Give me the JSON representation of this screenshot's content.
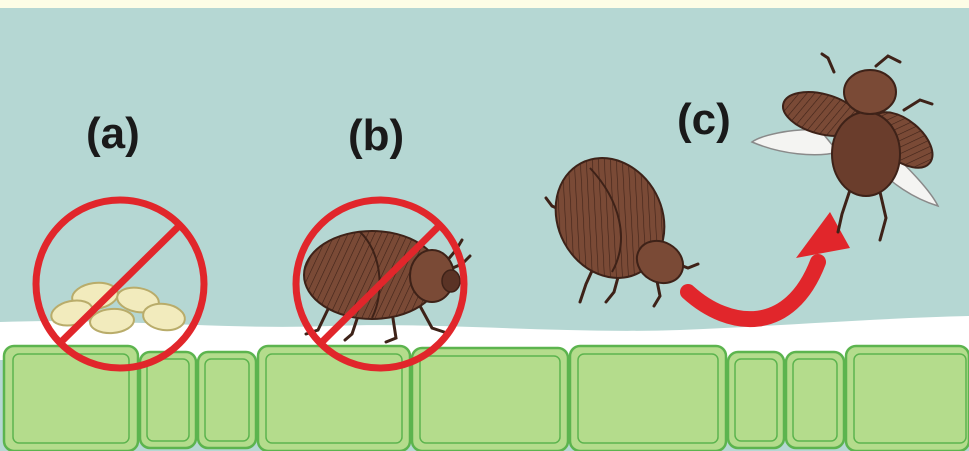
{
  "labels": {
    "a": "(a)",
    "b": "(b)",
    "c": "(c)"
  },
  "colors": {
    "sky": "#b5d7d3",
    "top_band": "#fdfde6",
    "surface": "#ffffff",
    "cell_fill": "#b4dc8c",
    "cell_stroke": "#5cb44e",
    "prohibit_red": "#e1262b",
    "egg_fill": "#f2ebbd",
    "beetle_brown": "#7a4a36",
    "arrow_red": "#e1262b"
  },
  "stages": [
    {
      "id": "a",
      "subject": "eggs",
      "prohibited": true
    },
    {
      "id": "b",
      "subject": "beetle-walking",
      "prohibited": true
    },
    {
      "id": "c",
      "subject": "beetle-takeoff",
      "prohibited": false
    }
  ]
}
